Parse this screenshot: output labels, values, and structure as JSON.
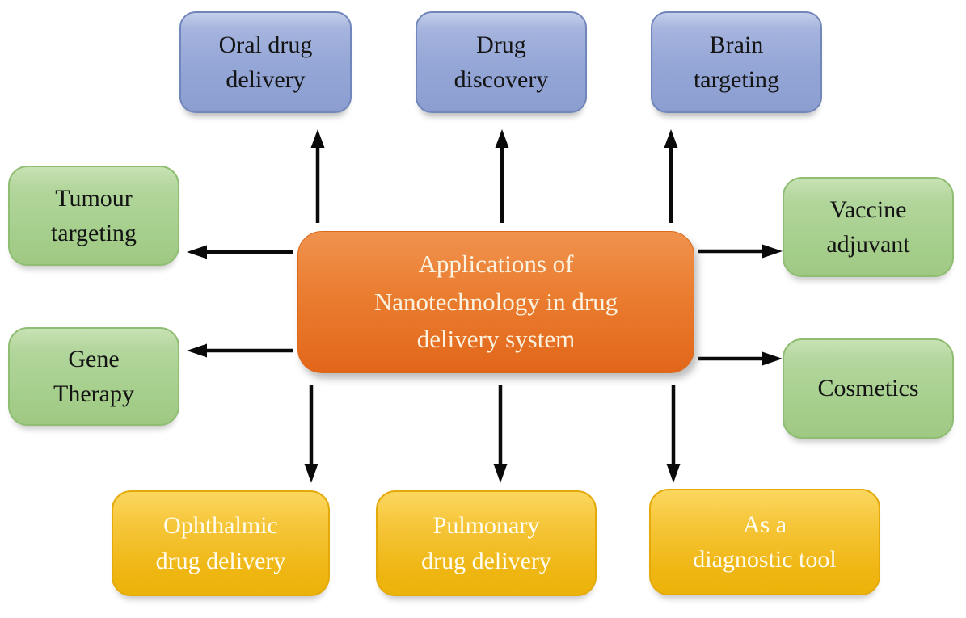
{
  "diagram": {
    "center": {
      "label": "Applications of\nNanotechnology in drug\ndelivery system"
    },
    "top": [
      {
        "label": "Oral drug\ndelivery"
      },
      {
        "label": "Drug\ndiscovery"
      },
      {
        "label": "Brain\ntargeting"
      }
    ],
    "left": [
      {
        "label": "Tumour\ntargeting"
      },
      {
        "label": "Gene\nTherapy"
      }
    ],
    "right": [
      {
        "label": "Vaccine\nadjuvant"
      },
      {
        "label": "Cosmetics"
      }
    ],
    "bottom": [
      {
        "label": "Ophthalmic\ndrug delivery"
      },
      {
        "label": "Pulmonary\ndrug delivery"
      },
      {
        "label": "As a\ndiagnostic tool"
      }
    ],
    "colors": {
      "top_box_fill": "#97A8D6",
      "top_box_border": "#7186BB",
      "side_box_fill": "#A9D18E",
      "side_box_border": "#8FBE72",
      "bottom_box_fill": "#EFB612",
      "bottom_box_border": "#E4AA0A",
      "center_box_fill": "#E8762A",
      "center_box_text": "#FBF2DF",
      "box_text_dark": "#141414",
      "bottom_box_text": "#FFFDF2",
      "arrow": "#0A0A0A",
      "background": "#FFFFFF"
    }
  }
}
